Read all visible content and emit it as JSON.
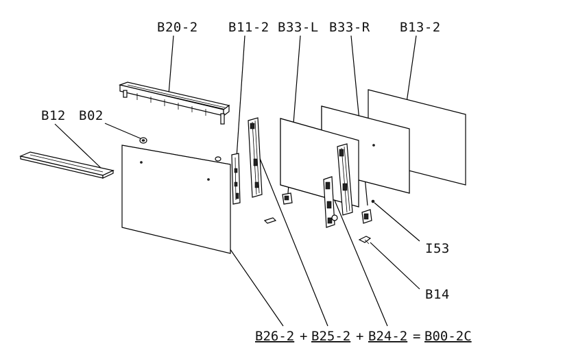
{
  "labels": {
    "b20_2": "B20-2",
    "b11_2": "B11-2",
    "b33_l": "B33-L",
    "b33_r": "B33-R",
    "b13_2": "B13-2",
    "b12": "B12",
    "b02": "B02",
    "i53": "I53",
    "b14": "B14"
  },
  "formula": {
    "term1": "B26-2",
    "plus1": "+",
    "term2": "B25-2",
    "plus2": "+",
    "term3": "B24-2",
    "equals": "=",
    "result": "B00-2C"
  }
}
